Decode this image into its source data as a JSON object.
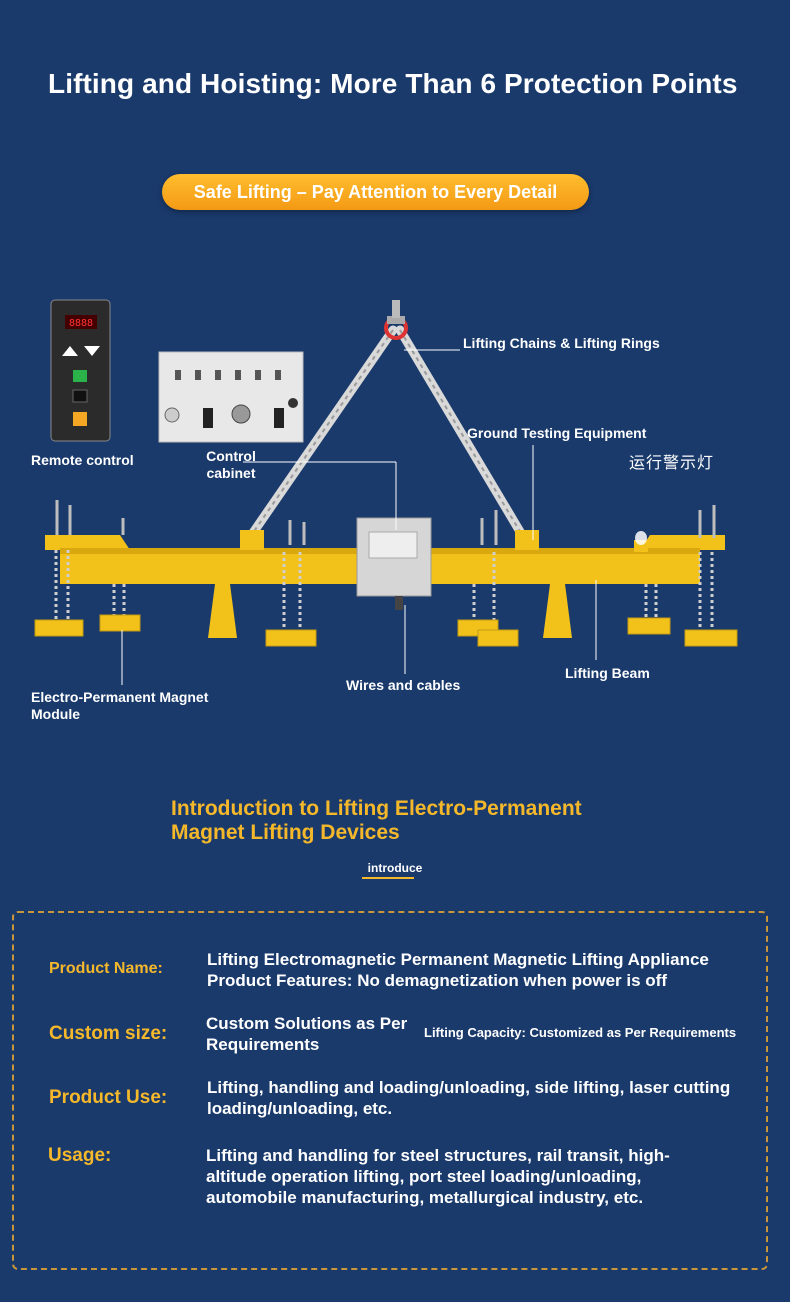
{
  "header": {
    "title": "Lifting and Hoisting: More Than 6 Protection Points",
    "pill": "Safe Lifting – Pay Attention to Every Detail"
  },
  "diagram": {
    "labels": {
      "remote_control": "Remote control",
      "control_cabinet": "Control\ncabinet",
      "chains": "Lifting Chains & Lifting Rings",
      "ground_testing": "Ground Testing Equipment",
      "warning_light": "运行警示灯",
      "magnet_module": "Electro-Permanent Magnet\nModule",
      "wires": "Wires and cables",
      "beam": "Lifting Beam"
    }
  },
  "intro": {
    "title": "Introduction to Lifting Electro-Permanent Magnet Lifting Devices",
    "subtitle": "introduce"
  },
  "specs": {
    "product_name": {
      "label": "Product Name:",
      "value": "Lifting Electromagnetic Permanent Magnetic Lifting Appliance Product Features: No demagnetization when power is off"
    },
    "custom_size": {
      "label": "Custom size:",
      "value": "Custom Solutions as Per Requirements",
      "extra": "Lifting Capacity: Customized as Per Requirements"
    },
    "product_use": {
      "label": "Product Use:",
      "value": "Lifting, handling and loading/unloading, side lifting, laser cutting loading/unloading, etc."
    },
    "usage": {
      "label": "Usage:",
      "value": "Lifting and handling for steel structures, rail transit, high-altitude operation lifting, port steel loading/unloading, automobile manufacturing, metallurgical industry, etc."
    }
  },
  "colors": {
    "background": "#1a3a6c",
    "accent": "#f5b82a",
    "beam_yellow": "#f2c21b",
    "pill_orange": "#f49a14"
  }
}
